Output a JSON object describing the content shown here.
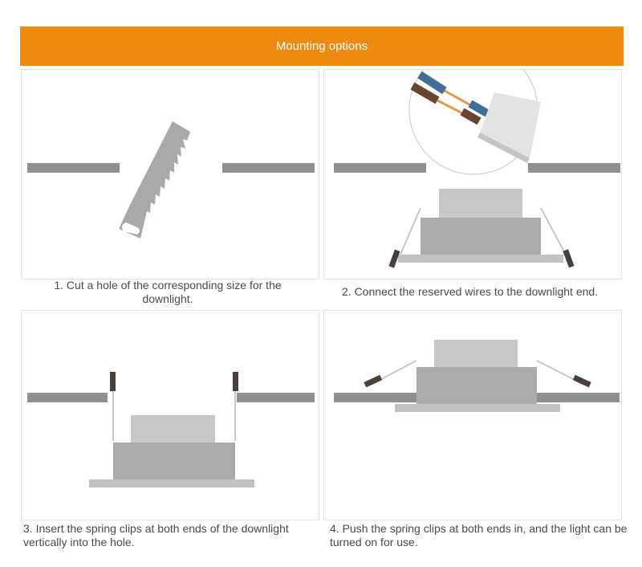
{
  "header": {
    "title": "Mounting options"
  },
  "steps": [
    {
      "caption": "1. Cut a hole of the corresponding size for the downlight."
    },
    {
      "caption": "2. Connect the reserved wires to the downlight end."
    },
    {
      "caption": "3. Insert the spring clips at both ends of the downlight vertically into the hole."
    },
    {
      "caption": "4. Push the spring clips at both ends in, and the light can be turned on for use."
    }
  ],
  "colors": {
    "banner": "#ef8a11",
    "ceiling": "#8f8f8f",
    "lamp": "#ababab",
    "wire_blue": "#3f6f97",
    "wire_brown": "#6a4531",
    "wire_core": "#e49a4d"
  }
}
